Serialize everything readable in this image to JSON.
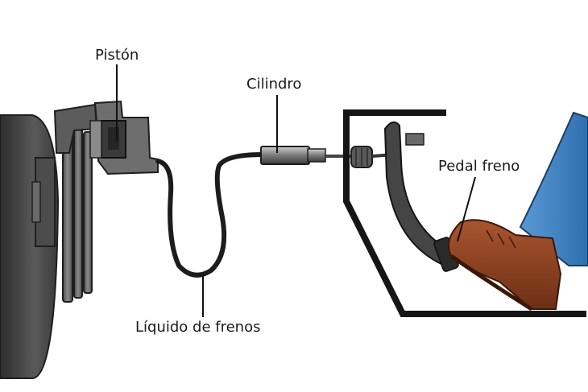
{
  "labels": {
    "piston": "Pistón",
    "cilindro": "Cilindro",
    "pedal_freno": "Pedal freno",
    "liquido_frenos": "Líquido de frenos"
  },
  "colors": {
    "background": "#ffffff",
    "metal_dark": "#3a3a3a",
    "metal_mid": "#6b6b6b",
    "metal_light": "#9a9a9a",
    "hose": "#1c1c1c",
    "boot_leather": "#8a3d1f",
    "jeans": "#3f86c7",
    "leader_line": "#111111"
  }
}
